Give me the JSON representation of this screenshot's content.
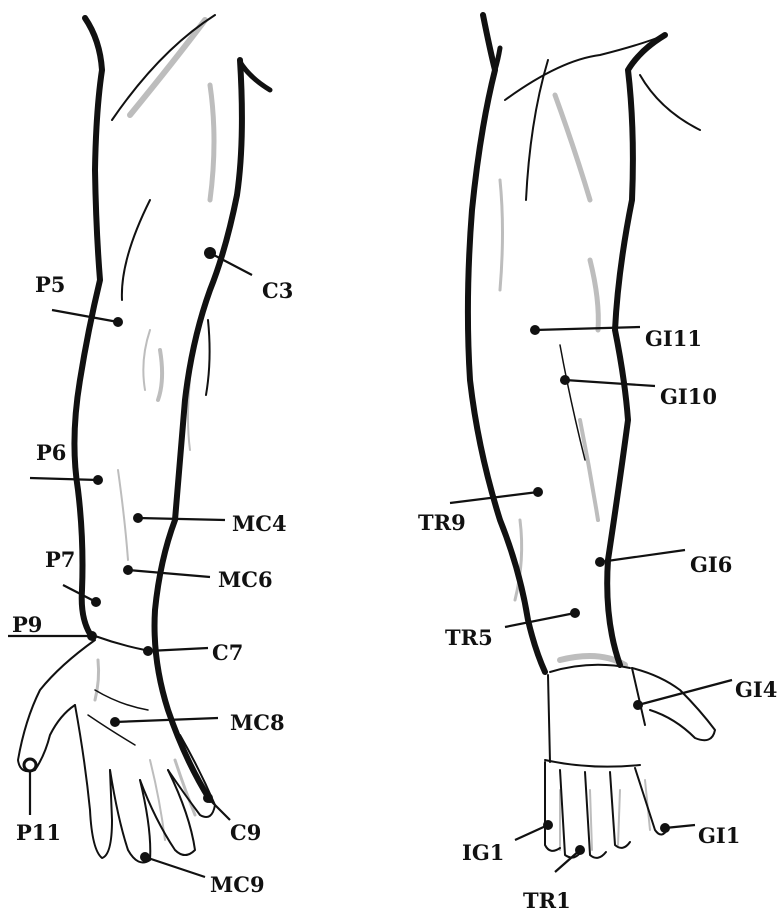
{
  "figure": {
    "left_arm": {
      "points": [
        {
          "id": "p5",
          "label": "P5"
        },
        {
          "id": "c3",
          "label": "C3"
        },
        {
          "id": "p6",
          "label": "P6"
        },
        {
          "id": "mc4",
          "label": "MC4"
        },
        {
          "id": "p7",
          "label": "P7"
        },
        {
          "id": "mc6",
          "label": "MC6"
        },
        {
          "id": "p9",
          "label": "P9"
        },
        {
          "id": "c7",
          "label": "C7"
        },
        {
          "id": "mc8",
          "label": "MC8"
        },
        {
          "id": "p11",
          "label": "P11"
        },
        {
          "id": "c9",
          "label": "C9"
        },
        {
          "id": "mc9",
          "label": "MC9"
        }
      ]
    },
    "right_arm": {
      "points": [
        {
          "id": "gi11",
          "label": "GI11"
        },
        {
          "id": "gi10",
          "label": "GI10"
        },
        {
          "id": "tr9",
          "label": "TR9"
        },
        {
          "id": "gi6",
          "label": "GI6"
        },
        {
          "id": "tr5",
          "label": "TR5"
        },
        {
          "id": "gi4",
          "label": "GI4"
        },
        {
          "id": "ig1",
          "label": "IG1"
        },
        {
          "id": "gi1",
          "label": "GI1"
        },
        {
          "id": "tr1",
          "label": "TR1"
        }
      ]
    },
    "colors": {
      "ink": "#111111",
      "meridian": "#111111",
      "shade": "#bdbdbd",
      "background": "#ffffff"
    }
  }
}
